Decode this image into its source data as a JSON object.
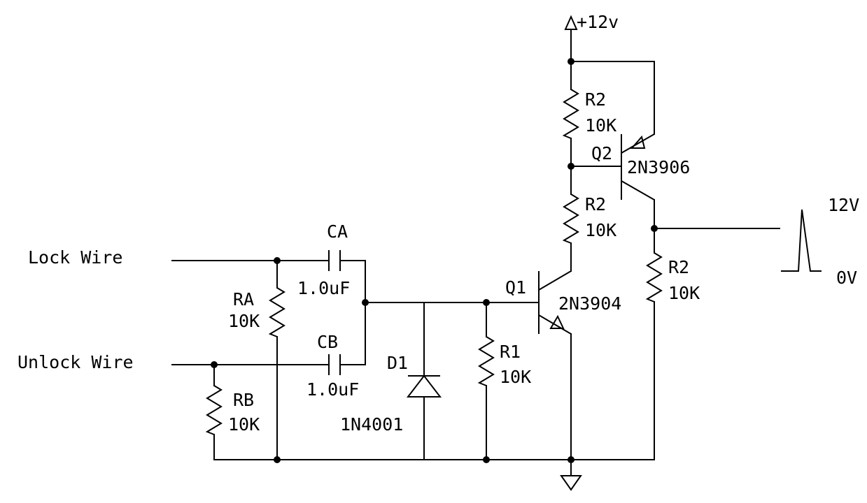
{
  "labels": {
    "supply": "+12v",
    "lock_wire": "Lock Wire",
    "unlock_wire": "Unlock Wire",
    "output_high": "12V",
    "output_low": "0V"
  },
  "components": {
    "ca": {
      "name": "CA",
      "value": "1.0uF"
    },
    "cb": {
      "name": "CB",
      "value": "1.0uF"
    },
    "ra": {
      "name": "RA",
      "value": "10K"
    },
    "rb": {
      "name": "RB",
      "value": "10K"
    },
    "d1": {
      "name": "D1",
      "value": "1N4001"
    },
    "r1": {
      "name": "R1",
      "value": "10K"
    },
    "q1": {
      "name": "Q1",
      "value": "2N3904"
    },
    "q2": {
      "name": "Q2",
      "value": "2N3906"
    },
    "r2_top": {
      "name": "R2",
      "value": "10K"
    },
    "r2_mid": {
      "name": "R2",
      "value": "10K"
    },
    "r2_out": {
      "name": "R2",
      "value": "10K"
    }
  },
  "colors": {
    "ink": "#000000",
    "background": "#ffffff"
  },
  "icons": {
    "supply": "supply-arrow-icon",
    "ground": "ground-triangle-icon",
    "pulse": "pulse-waveform-icon"
  }
}
